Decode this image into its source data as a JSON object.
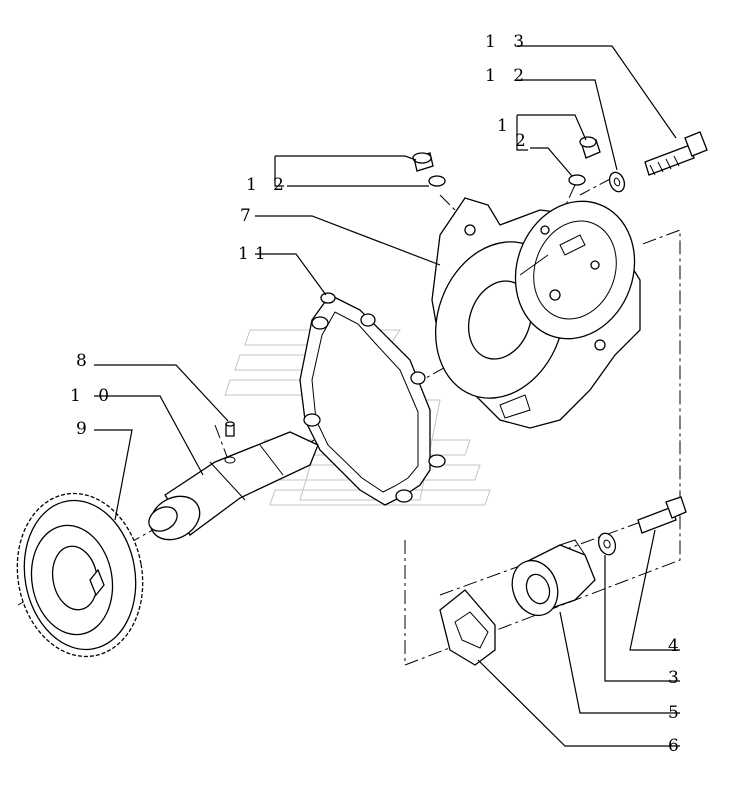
{
  "labels": {
    "p1_top": "1",
    "p2_top": "2",
    "p1_left": "1",
    "p2_left": "2",
    "p3": "3",
    "p4": "4",
    "p5": "5",
    "p6": "6",
    "p7": "7",
    "p8": "8",
    "p9": "9",
    "p10": "1 0",
    "p11": "11",
    "p12": "1 2",
    "p13": "1 3"
  }
}
